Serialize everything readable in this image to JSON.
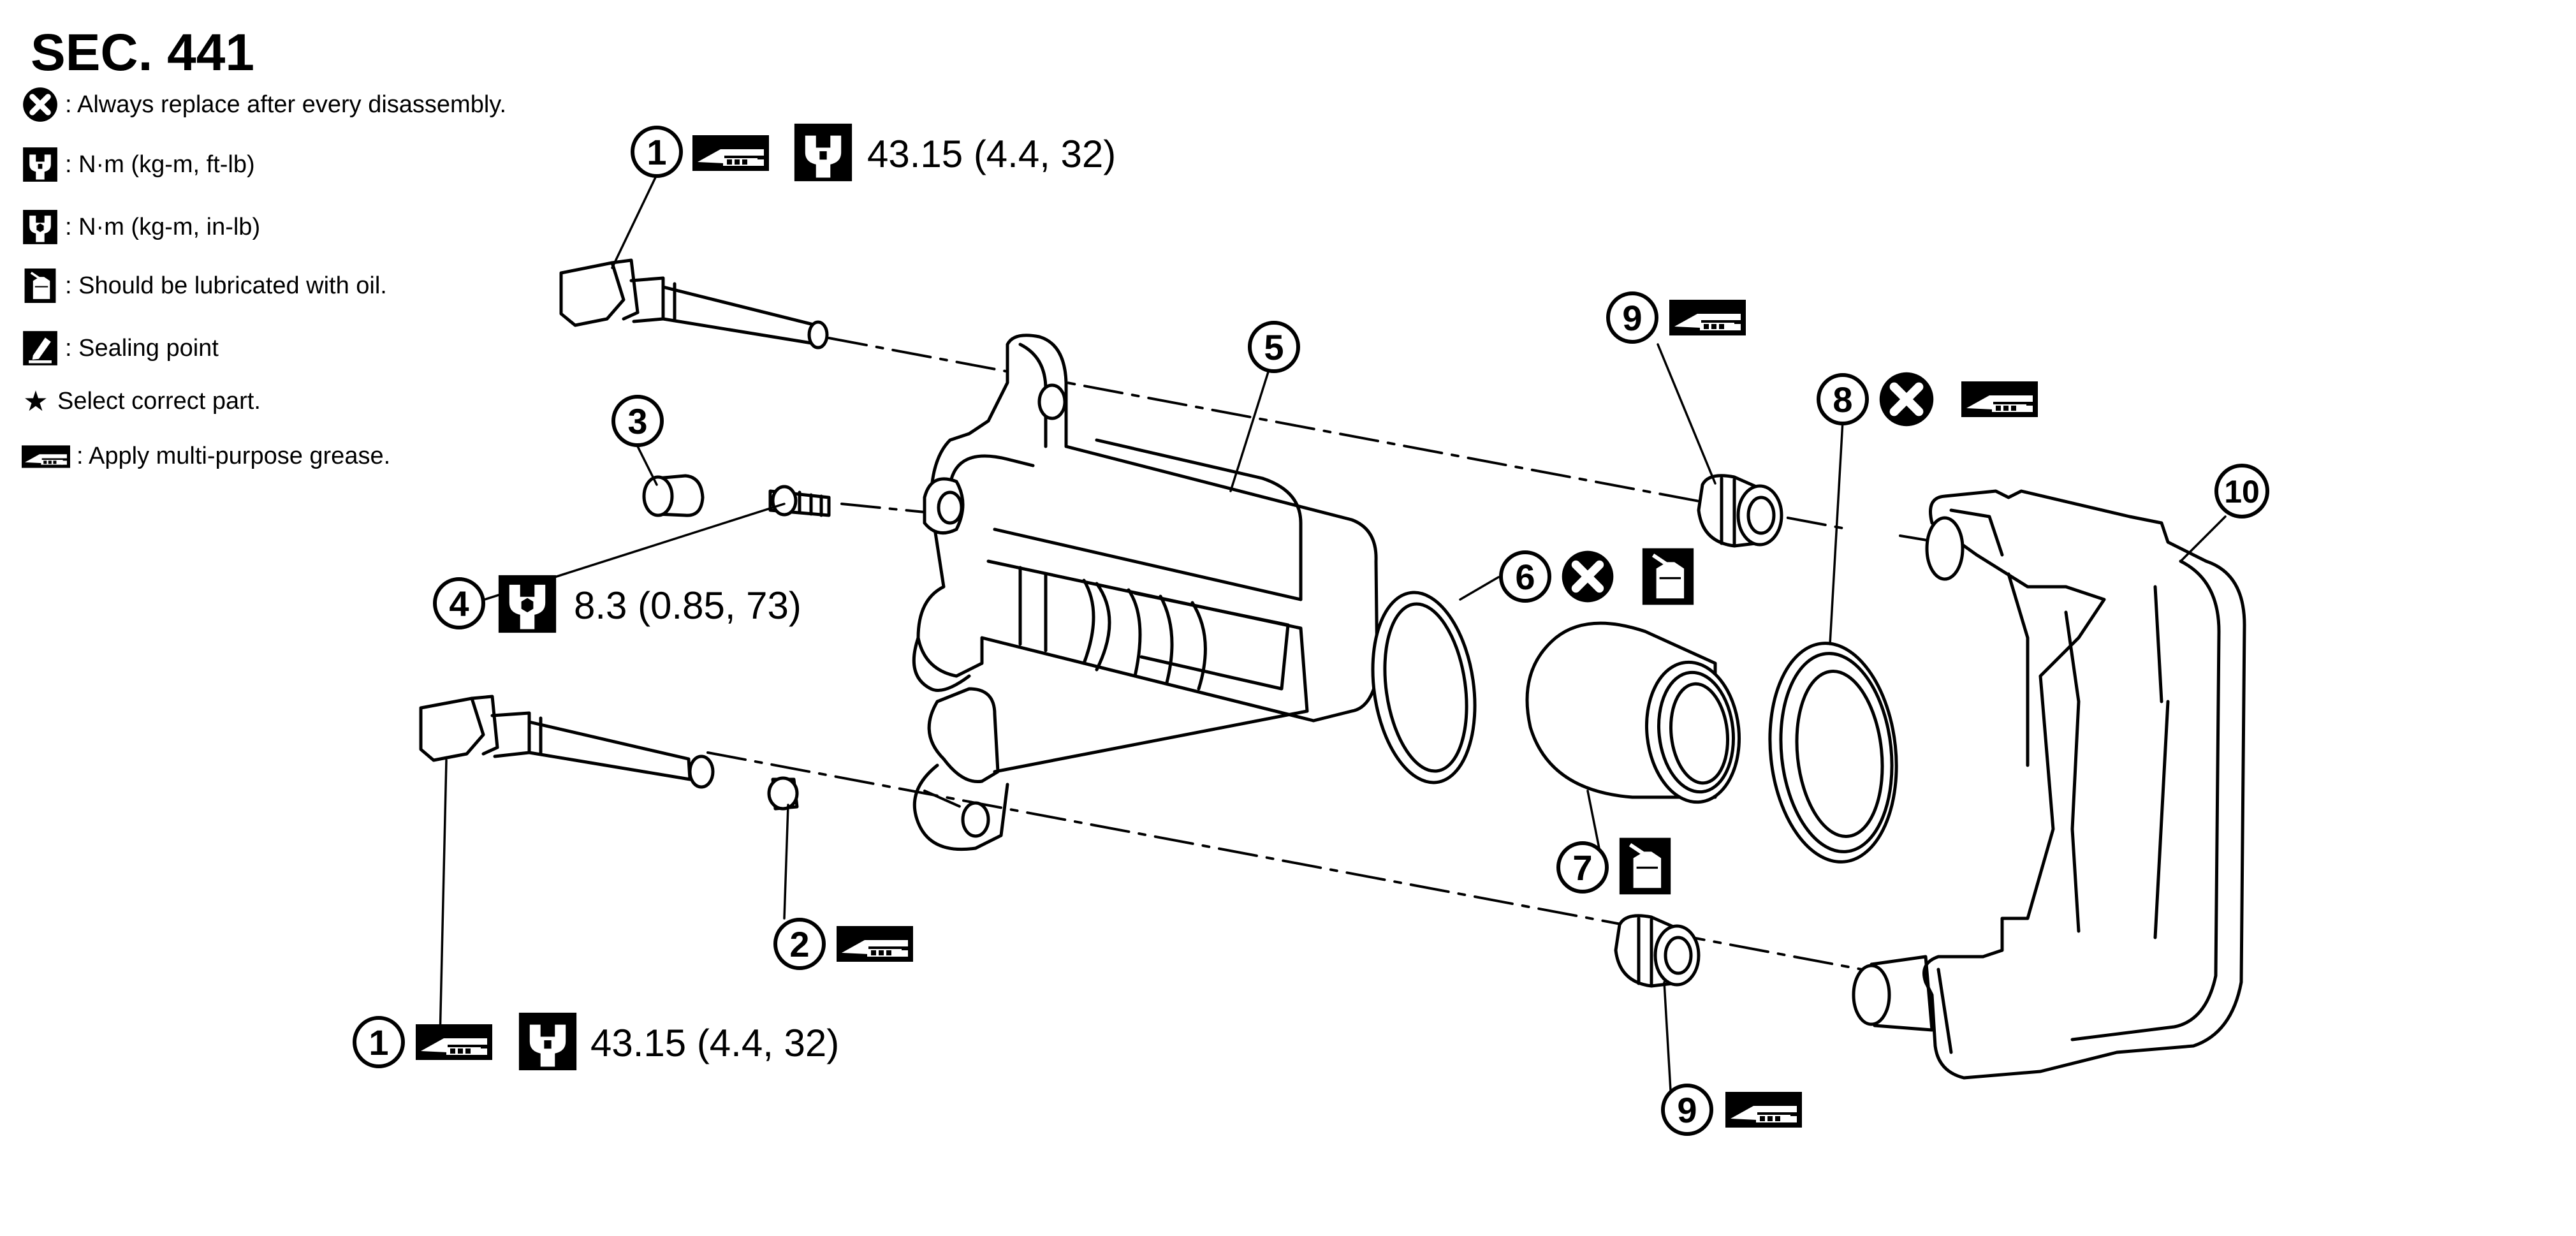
{
  "title": "SEC. 441",
  "legend": [
    {
      "icon": "always-replace-icon",
      "text": ": Always replace after every disassembly."
    },
    {
      "icon": "torque-ftlb-icon",
      "text": ": N·m (kg-m, ft-lb)"
    },
    {
      "icon": "torque-inlb-icon",
      "text": ": N·m (kg-m, in-lb)"
    },
    {
      "icon": "oil-can-icon",
      "text": ": Should be lubricated with oil."
    },
    {
      "icon": "sealing-point-icon",
      "text": ": Sealing point"
    },
    {
      "icon": "star-icon",
      "symbol": "★",
      "text": "Select correct part."
    },
    {
      "icon": "grease-icon",
      "text": ": Apply multi-purpose grease."
    }
  ],
  "callouts": {
    "c1_top": {
      "num": "1",
      "torque": "43.15 (4.4, 32)"
    },
    "c1_bottom": {
      "num": "1",
      "torque": "43.15 (4.4, 32)"
    },
    "c2": {
      "num": "2"
    },
    "c3": {
      "num": "3"
    },
    "c4": {
      "num": "4",
      "torque": "8.3 (0.85, 73)"
    },
    "c5": {
      "num": "5"
    },
    "c6": {
      "num": "6"
    },
    "c7": {
      "num": "7"
    },
    "c8": {
      "num": "8"
    },
    "c9_top": {
      "num": "9"
    },
    "c9_bottom": {
      "num": "9"
    },
    "c10": {
      "num": "10"
    }
  },
  "colors": {
    "ink": "#000000",
    "background": "#ffffff"
  }
}
